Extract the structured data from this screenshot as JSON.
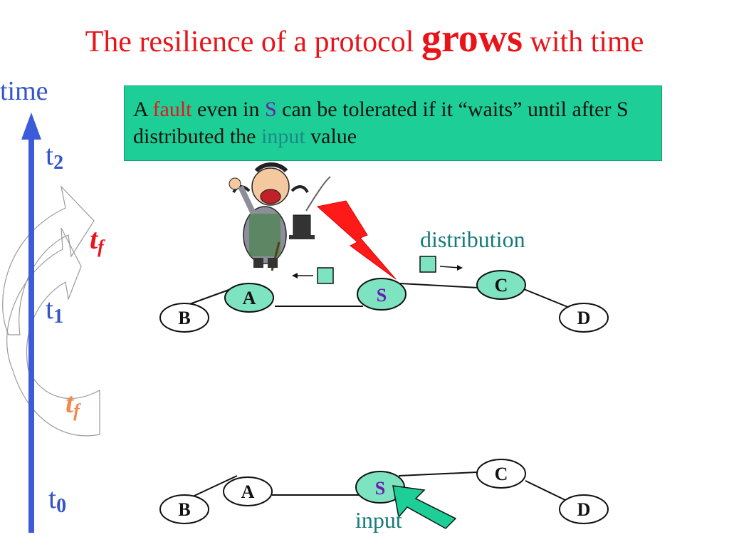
{
  "title": {
    "pre": "The  resilience of a protocol ",
    "emph": "grows",
    "post": " with time"
  },
  "time_axis": {
    "label": "time",
    "t2": {
      "t": "t",
      "sub": "2"
    },
    "t1": {
      "t": "t",
      "sub": "1"
    },
    "t0": {
      "t": "t",
      "sub": "0"
    },
    "tf_upper": {
      "t": "t",
      "sub": "f"
    },
    "tf_lower": {
      "t": "t",
      "sub": "f"
    }
  },
  "note": {
    "p1": "A ",
    "fault": "fault",
    "p2": " even in ",
    "s": "S",
    "p3": " can be tolerated if it “waits” until after S distributed the ",
    "input": "input",
    "p4": " value"
  },
  "upper_graph": {
    "A": "A",
    "B": "B",
    "S": "S",
    "C": "C",
    "D": "D",
    "distribution_label": "distribution"
  },
  "lower_graph": {
    "A": "A",
    "B": "B",
    "S": "S",
    "C": "C",
    "D": "D",
    "input_label": "input"
  },
  "colors": {
    "title": "#e8141a",
    "axis": "#3355c8",
    "note_bg": "#1dcf96",
    "node_fill": "#7ee3c0",
    "lightning": "#ff1a1a",
    "tf_upper": "#e8141a",
    "tf_lower": "#f08a4b"
  },
  "icons": [
    "time-axis-arrow-icon",
    "lightning-bolt-icon",
    "cartoon-villain-icon",
    "message-packet-icon",
    "input-arrow-icon"
  ]
}
